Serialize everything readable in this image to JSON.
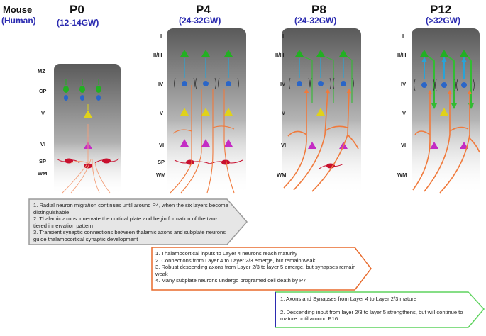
{
  "species_header": {
    "mouse": "Mouse",
    "human": "(Human)"
  },
  "stages": [
    {
      "name": "P0",
      "range": "(12-14GW)",
      "layers": [
        "MZ",
        "CP",
        "V",
        "VI",
        "SP",
        "WM"
      ]
    },
    {
      "name": "P4",
      "range": "(24-32GW)",
      "layers": [
        "I",
        "II/III",
        "IV",
        "V",
        "VI",
        "SP",
        "WM"
      ]
    },
    {
      "name": "P8",
      "range": "(24-32GW)",
      "layers": [
        "I",
        "II/III",
        "IV",
        "V",
        "VI",
        "WM"
      ]
    },
    {
      "name": "P12",
      "range": "(>32GW)",
      "layers": [
        "I",
        "II/III",
        "IV",
        "V",
        "VI",
        "WM"
      ]
    }
  ],
  "boxes": [
    {
      "border_color": "#9a9a9a",
      "items": [
        "1. Radial neuron migration continues until around P4, when the six layers become distinguishable",
        "2. Thalamic axons innervate the cortical plate and begin formation of the two-tiered innervation pattern",
        "3. Transient synaptic connections between thalamic axons and subplate neurons guide thalamocortical synaptic development"
      ]
    },
    {
      "border_color": "#e86a2c",
      "items": [
        "1. Thalamocortical inputs to Layer 4 neurons reach maturity",
        "2. Connections from Layer 4 to Layer 2/3 emerge, but remain weak",
        "3. Robust descending axons from Layer 2/3 to layer 5 emerge, but synapses remain weak",
        "4. Many subplate neurons undergo programed cell death by P7"
      ]
    },
    {
      "border_color": "#5fd35f",
      "items": [
        "1. Axons and Synapses from Layer 4 to Layer 2/3 mature",
        "2. Descending input from layer 2/3 to layer 5 strengthens, but will continue to mature until around P16"
      ]
    }
  ],
  "colors": {
    "header_blue": "#2b2bb0",
    "layer23_neuron": "#22b022",
    "layer4_neuron": "#2a66c8",
    "layer5_neuron": "#e0d21a",
    "layer6_neuron": "#c42cc4",
    "subplate_neuron": "#c8102e",
    "thalamic_axon": "#f07a3c",
    "l4_to_l23_axon": "#29a3d6",
    "l23_to_l5_axon": "#33bb33"
  }
}
